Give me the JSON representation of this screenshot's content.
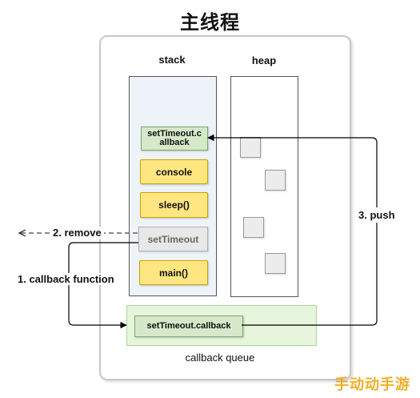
{
  "title": "主线程",
  "stack_label": "stack",
  "heap_label": "heap",
  "stack_frames": [
    {
      "label": "setTimeout.c allback",
      "style": "green"
    },
    {
      "label": "console",
      "style": "yellow"
    },
    {
      "label": "sleep()",
      "style": "yellow"
    },
    {
      "label": "setTimeout",
      "style": "grey"
    },
    {
      "label": "main()",
      "style": "yellow"
    }
  ],
  "queue_item": "setTimeout.callback",
  "queue_label": "callback queue",
  "edges": {
    "callback_function": "1. callback function",
    "remove": "2. remove",
    "push": "3. push"
  },
  "watermark": "手动动手游",
  "colors": {
    "frame_yellow": "#ffe680",
    "frame_green": "#d5e8c9",
    "queue_bg": "#e6f5dc"
  }
}
